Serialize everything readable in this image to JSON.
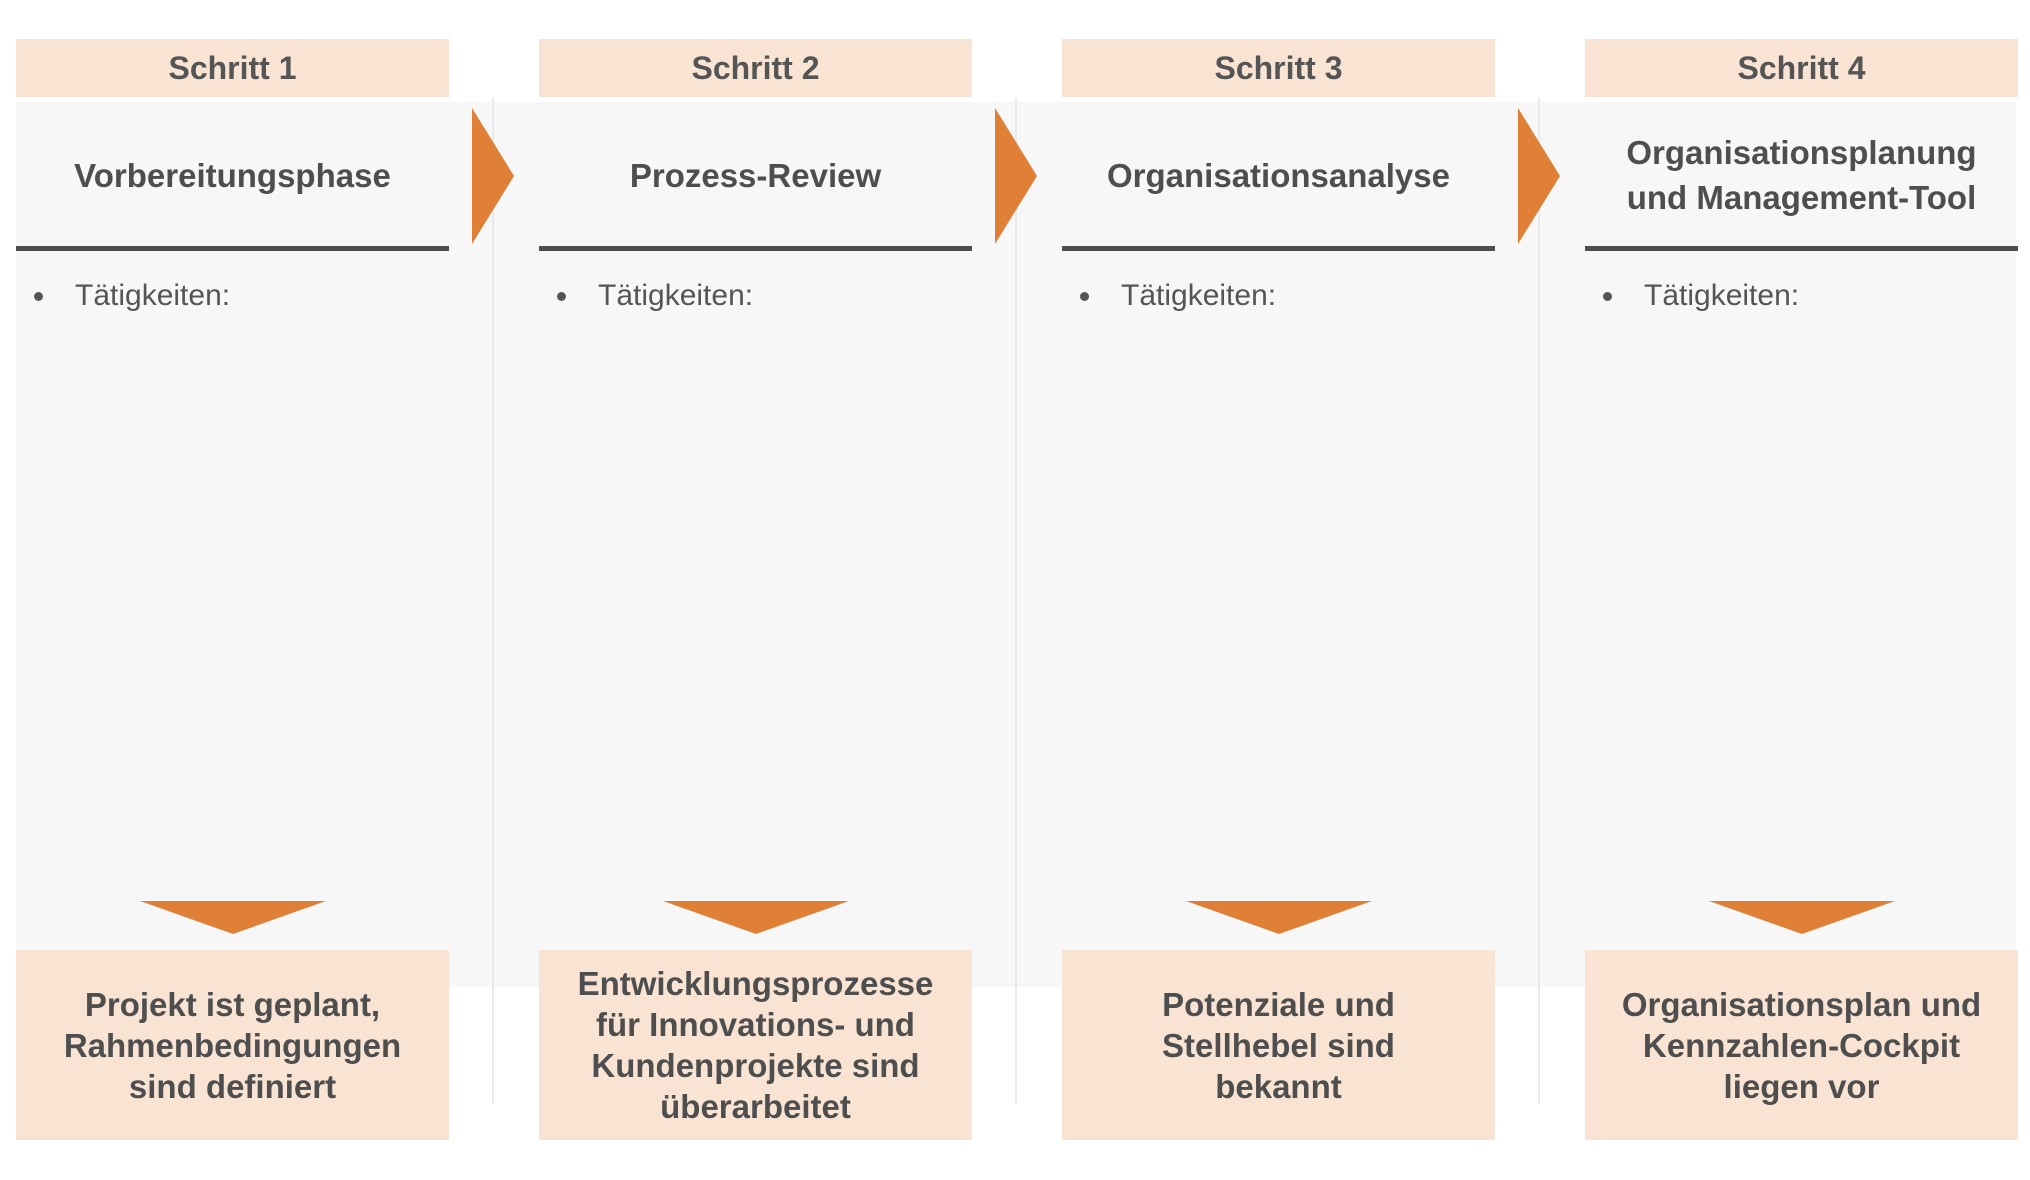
{
  "steps": [
    {
      "label": "Schritt 1",
      "phase": "Vorbereitungsphase",
      "bullet": "Tätigkeiten:",
      "result": "Projekt ist geplant,\nRahmenbedingungen\nsind definiert"
    },
    {
      "label": "Schritt 2",
      "phase": "Prozess-Review",
      "bullet": "Tätigkeiten:",
      "result": "Entwicklungsprozesse\nfür Innovations- und\nKundenprojekte sind\nüberarbeitet"
    },
    {
      "label": "Schritt 3",
      "phase": "Organisationsanalyse",
      "bullet": "Tätigkeiten:",
      "result": "Potenziale und\nStellhebel sind\nbekannt"
    },
    {
      "label": "Schritt 4",
      "phase": "Organisationsplanung\nund Management-Tool",
      "bullet": "Tätigkeiten:",
      "result": "Organisationsplan und\nKennzahlen-Cockpit\nliegen vor"
    }
  ],
  "colors": {
    "accent": "#e07f36",
    "label_bg": "#f9e4d4",
    "panel_bg": "#f7f7f7",
    "text": "#4e4e4e",
    "rule": "#4d4d4d"
  }
}
